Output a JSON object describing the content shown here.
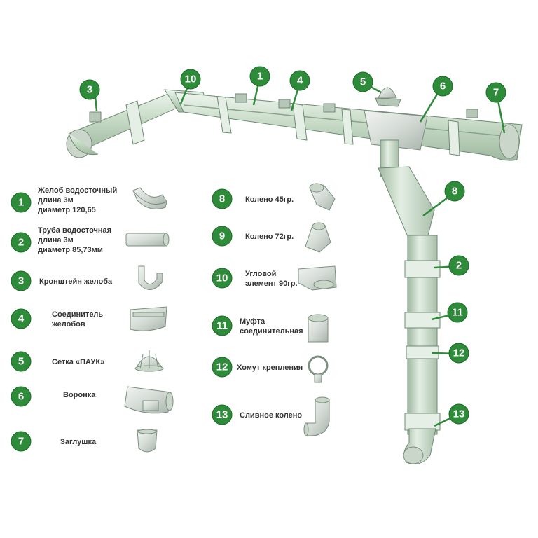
{
  "colors": {
    "badge": "#2e8b3a",
    "pipe": "#c7dbc6",
    "text": "#333333"
  },
  "callouts": {
    "c1": "1",
    "c2": "2",
    "c3": "3",
    "c4": "4",
    "c5": "5",
    "c6": "6",
    "c7": "7",
    "c8": "8",
    "c10": "10",
    "c11": "11",
    "c12": "12",
    "c13": "13"
  },
  "legend": [
    {
      "num": "1",
      "lines": [
        "Желоб водосточный",
        "длина 3м",
        "диаметр 120,65"
      ],
      "icon": "gutter-section-icon"
    },
    {
      "num": "2",
      "lines": [
        "Труба водосточная",
        "длина 3м",
        "диаметр 85,73мм"
      ],
      "icon": "downpipe-icon"
    },
    {
      "num": "3",
      "lines": [
        "Кронштейн желоба"
      ],
      "icon": "gutter-bracket-icon"
    },
    {
      "num": "4",
      "lines": [
        "Соединитель",
        "желобов"
      ],
      "icon": "gutter-connector-icon"
    },
    {
      "num": "5",
      "lines": [
        "Сетка «ПАУК»"
      ],
      "icon": "spider-grate-icon"
    },
    {
      "num": "6",
      "lines": [
        "Воронка"
      ],
      "icon": "funnel-icon"
    },
    {
      "num": "7",
      "lines": [
        "Заглушка"
      ],
      "icon": "end-cap-icon"
    },
    {
      "num": "8",
      "lines": [
        "Колено 45гр."
      ],
      "icon": "elbow-45-icon"
    },
    {
      "num": "9",
      "lines": [
        "Колено 72гр."
      ],
      "icon": "elbow-72-icon"
    },
    {
      "num": "10",
      "lines": [
        "Угловой",
        "элемент 90гр."
      ],
      "icon": "corner-90-icon"
    },
    {
      "num": "11",
      "lines": [
        "Муфта",
        "соединительная"
      ],
      "icon": "pipe-coupling-icon"
    },
    {
      "num": "12",
      "lines": [
        "Хомут крепления"
      ],
      "icon": "pipe-clamp-icon"
    },
    {
      "num": "13",
      "lines": [
        "Сливное колено"
      ],
      "icon": "drain-elbow-icon"
    }
  ]
}
